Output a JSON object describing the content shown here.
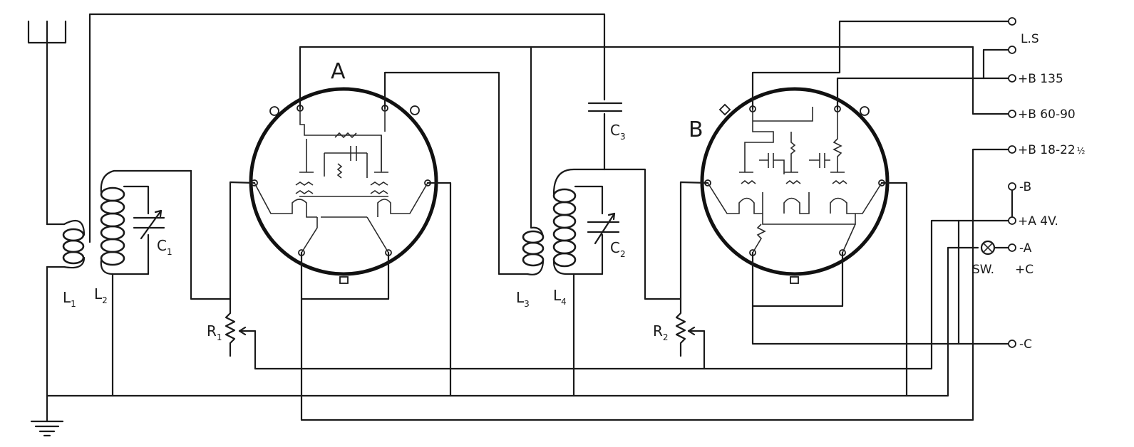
{
  "labels": {
    "tube_a": "A",
    "tube_b": "B",
    "l1": "L",
    "l1_sub": "1",
    "l2": "L",
    "l2_sub": "2",
    "l3": "L",
    "l3_sub": "3",
    "l4": "L",
    "l4_sub": "4",
    "c1": "C",
    "c1_sub": "1",
    "c2": "C",
    "c2_sub": "2",
    "c3": "C",
    "c3_sub": "3",
    "r1": "R",
    "r1_sub": "1",
    "r2": "R",
    "r2_sub": "2",
    "switch": "SW."
  },
  "terminals": {
    "ls": "L.S",
    "b135": "+B 135",
    "b6090": "+B 60-90",
    "b1822": "+B 18-22",
    "b1822_frac": "½",
    "neg_b": "-B",
    "pos_a": "+A  4V.",
    "neg_a": "-A",
    "pos_c": "+C",
    "neg_c": "-C"
  }
}
